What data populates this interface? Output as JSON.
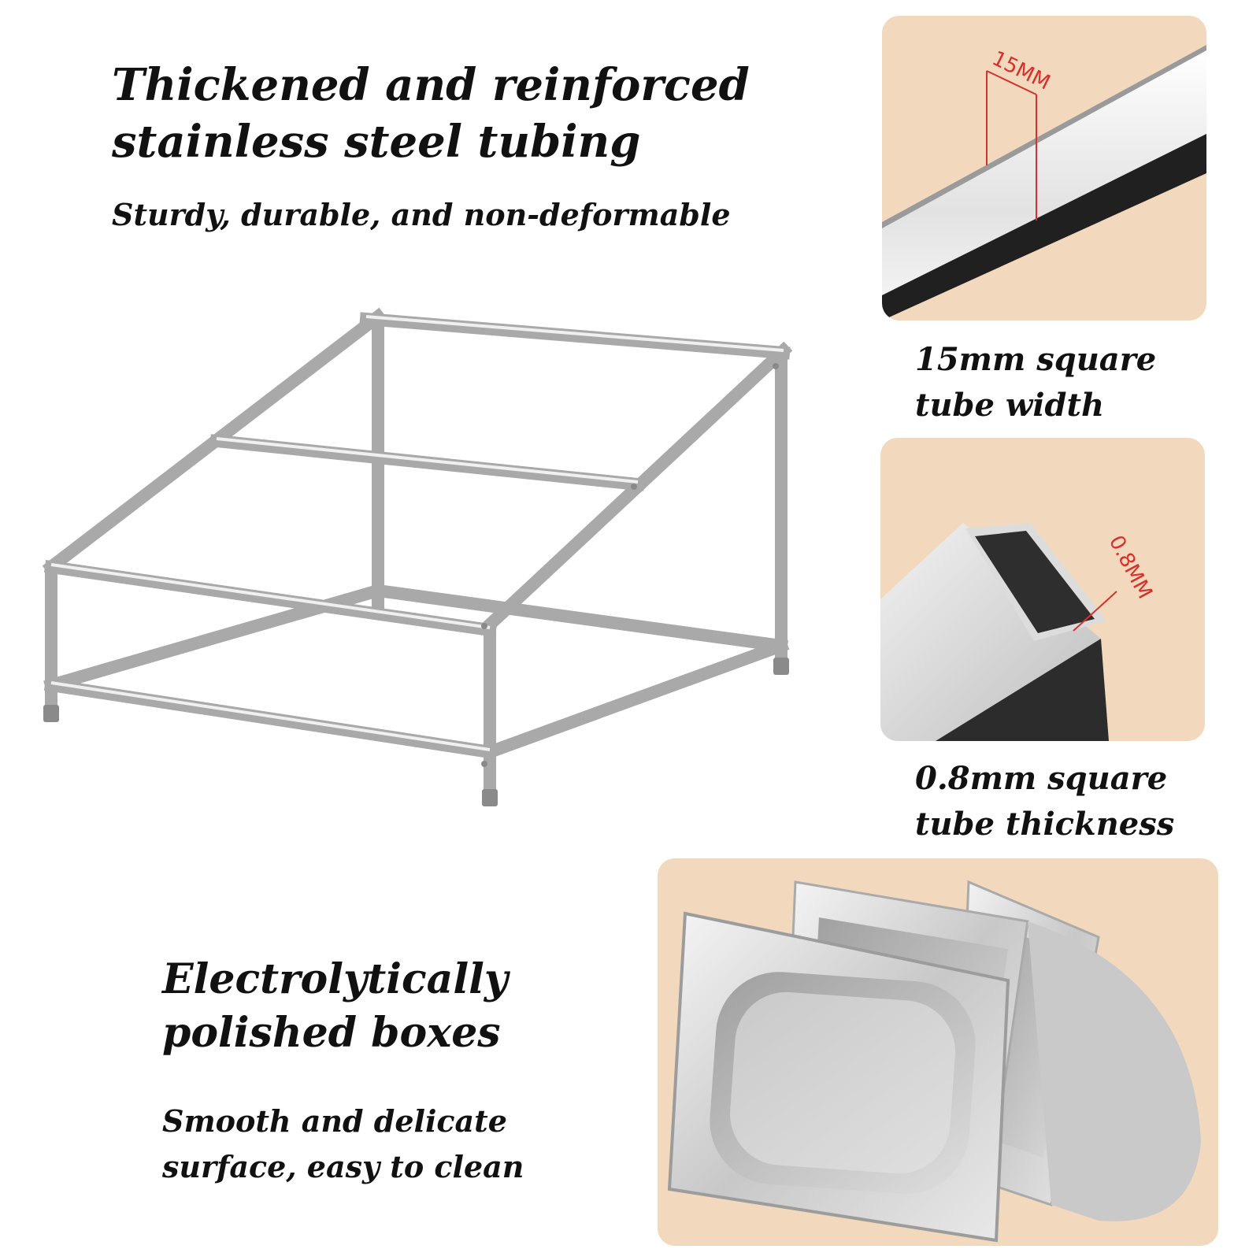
{
  "feature_tubing": {
    "headline": "Thickened and reinforced stainless steel tubing",
    "subheadline": "Sturdy, durable, and non-deformable"
  },
  "width_detail": {
    "dimension_label": "15MM",
    "caption": "15mm square tube width"
  },
  "thickness_detail": {
    "dimension_label": "0.8MM",
    "caption": "0.8mm square tube thickness"
  },
  "feature_boxes": {
    "headline": "Electrolytically polished boxes",
    "subheadline": "Smooth and delicate surface, easy to clean"
  },
  "colors": {
    "panel_background": "#f2d9bd",
    "dimension_marks": "#d8302b",
    "text": "#111111"
  }
}
